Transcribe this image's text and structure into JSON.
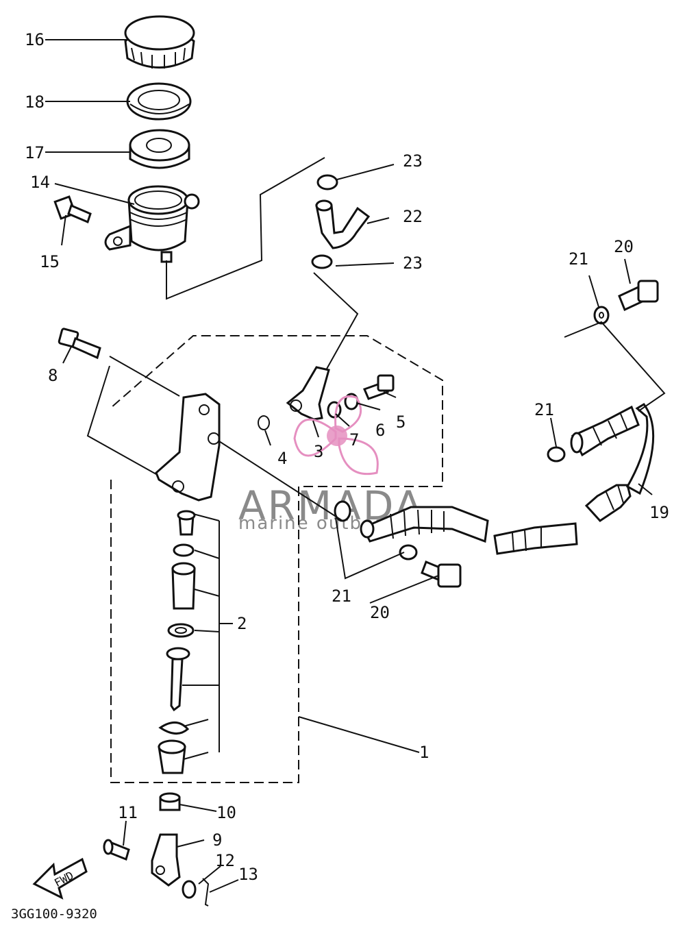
{
  "diagram": {
    "code": "3GG100-9320",
    "fwd_label": "FWD",
    "callouts": [
      "16",
      "18",
      "17",
      "14",
      "15",
      "23",
      "22",
      "23",
      "21",
      "20",
      "8",
      "4",
      "3",
      "7",
      "6",
      "5",
      "21",
      "19",
      "2",
      "21",
      "20",
      "1",
      "10",
      "11",
      "9",
      "12",
      "13"
    ]
  },
  "watermark": {
    "brand": "ARMADA",
    "tagline": "marine outboards",
    "accent": "#e58fc0",
    "text_color": "#8a8a8a"
  }
}
